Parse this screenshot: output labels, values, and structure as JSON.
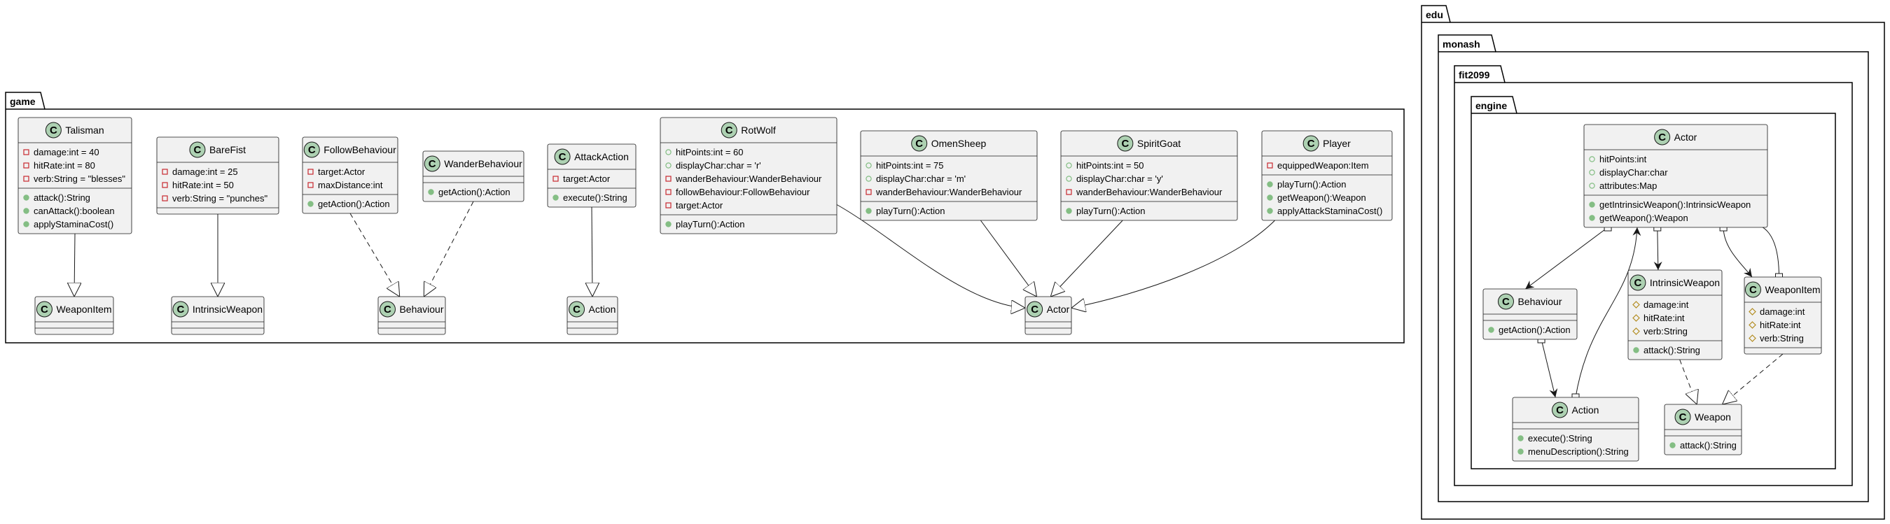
{
  "packages": {
    "game": "game",
    "edu": "edu",
    "monash": "monash",
    "fit2099": "fit2099",
    "engine": "engine"
  },
  "classes": [
    {
      "id": "talisman",
      "name": "Talisman",
      "stereotype": "C",
      "fields": [
        {
          "vis": "private",
          "text": "damage:int = 40"
        },
        {
          "vis": "private",
          "text": "hitRate:int = 80"
        },
        {
          "vis": "private",
          "text": "verb:String = \"blesses\""
        }
      ],
      "methods": [
        {
          "vis": "public",
          "text": "attack():String"
        },
        {
          "vis": "public",
          "text": "canAttack():boolean"
        },
        {
          "vis": "public",
          "text": "applyStaminaCost()"
        }
      ]
    },
    {
      "id": "barefist",
      "name": "BareFist",
      "stereotype": "C",
      "fields": [
        {
          "vis": "private",
          "text": "damage:int = 25"
        },
        {
          "vis": "private",
          "text": "hitRate:int = 50"
        },
        {
          "vis": "private",
          "text": "verb:String = \"punches\""
        }
      ],
      "methods": []
    },
    {
      "id": "followbehaviour",
      "name": "FollowBehaviour",
      "stereotype": "C",
      "fields": [
        {
          "vis": "private",
          "text": "target:Actor"
        },
        {
          "vis": "private",
          "text": "maxDistance:int"
        }
      ],
      "methods": [
        {
          "vis": "public",
          "text": "getAction():Action"
        }
      ]
    },
    {
      "id": "wanderbehaviour",
      "name": "WanderBehaviour",
      "stereotype": "C",
      "fields": [],
      "methods": [
        {
          "vis": "public",
          "text": "getAction():Action"
        }
      ]
    },
    {
      "id": "attackaction",
      "name": "AttackAction",
      "stereotype": "C",
      "fields": [
        {
          "vis": "private",
          "text": "target:Actor"
        }
      ],
      "methods": [
        {
          "vis": "public",
          "text": "execute():String"
        }
      ]
    },
    {
      "id": "rotwolf",
      "name": "RotWolf",
      "stereotype": "C",
      "fields": [
        {
          "vis": "public",
          "text": "hitPoints:int = 60"
        },
        {
          "vis": "public",
          "text": "displayChar:char = 'r'"
        },
        {
          "vis": "private",
          "text": "wanderBehaviour:WanderBehaviour"
        },
        {
          "vis": "private",
          "text": "followBehaviour:FollowBehaviour"
        },
        {
          "vis": "private",
          "text": "target:Actor"
        }
      ],
      "methods": [
        {
          "vis": "public",
          "text": "playTurn():Action"
        }
      ]
    },
    {
      "id": "omensheep",
      "name": "OmenSheep",
      "stereotype": "C",
      "fields": [
        {
          "vis": "public",
          "text": "hitPoints:int = 75"
        },
        {
          "vis": "public",
          "text": "displayChar:char = 'm'"
        },
        {
          "vis": "private",
          "text": "wanderBehaviour:WanderBehaviour"
        }
      ],
      "methods": [
        {
          "vis": "public",
          "text": "playTurn():Action"
        }
      ]
    },
    {
      "id": "spiritgoat",
      "name": "SpiritGoat",
      "stereotype": "C",
      "fields": [
        {
          "vis": "public",
          "text": "hitPoints:int = 50"
        },
        {
          "vis": "public",
          "text": "displayChar:char = 'y'"
        },
        {
          "vis": "private",
          "text": "wanderBehaviour:WanderBehaviour"
        }
      ],
      "methods": [
        {
          "vis": "public",
          "text": "playTurn():Action"
        }
      ]
    },
    {
      "id": "player",
      "name": "Player",
      "stereotype": "C",
      "fields": [
        {
          "vis": "private",
          "text": "equippedWeapon:Item"
        }
      ],
      "methods": [
        {
          "vis": "public",
          "text": "playTurn():Action"
        },
        {
          "vis": "public",
          "text": "getWeapon():Weapon"
        },
        {
          "vis": "public",
          "text": "applyAttackStaminaCost()"
        }
      ]
    },
    {
      "id": "weaponitem_game",
      "name": "WeaponItem",
      "stereotype": "C",
      "fields": [],
      "methods": []
    },
    {
      "id": "intrinsicweapon_game",
      "name": "IntrinsicWeapon",
      "stereotype": "C",
      "fields": [],
      "methods": []
    },
    {
      "id": "behaviour_game",
      "name": "Behaviour",
      "stereotype": "C",
      "fields": [],
      "methods": []
    },
    {
      "id": "action_game",
      "name": "Action",
      "stereotype": "C",
      "fields": [],
      "methods": []
    },
    {
      "id": "actor_game",
      "name": "Actor",
      "stereotype": "C",
      "fields": [],
      "methods": []
    },
    {
      "id": "actor",
      "name": "Actor",
      "stereotype": "C",
      "fields": [
        {
          "vis": "public",
          "text": "hitPoints:int"
        },
        {
          "vis": "public",
          "text": "displayChar:char"
        },
        {
          "vis": "public",
          "text": "attributes:Map"
        }
      ],
      "methods": [
        {
          "vis": "public",
          "text": "getIntrinsicWeapon():IntrinsicWeapon"
        },
        {
          "vis": "public",
          "text": "getWeapon():Weapon"
        }
      ]
    },
    {
      "id": "behaviour",
      "name": "Behaviour",
      "stereotype": "C",
      "fields": [],
      "methods": [
        {
          "vis": "public",
          "text": "getAction():Action"
        }
      ]
    },
    {
      "id": "intrinsicweapon",
      "name": "IntrinsicWeapon",
      "stereotype": "C",
      "fields": [
        {
          "vis": "protected",
          "text": "damage:int"
        },
        {
          "vis": "protected",
          "text": "hitRate:int"
        },
        {
          "vis": "protected",
          "text": "verb:String"
        }
      ],
      "methods": [
        {
          "vis": "public",
          "text": "attack():String"
        }
      ]
    },
    {
      "id": "weaponitem",
      "name": "WeaponItem",
      "stereotype": "C",
      "fields": [
        {
          "vis": "protected",
          "text": "damage:int"
        },
        {
          "vis": "protected",
          "text": "hitRate:int"
        },
        {
          "vis": "protected",
          "text": "verb:String"
        }
      ],
      "methods": []
    },
    {
      "id": "action",
      "name": "Action",
      "stereotype": "C",
      "fields": [],
      "methods": [
        {
          "vis": "public",
          "text": "execute():String"
        },
        {
          "vis": "public",
          "text": "menuDescription():String"
        }
      ]
    },
    {
      "id": "weapon",
      "name": "Weapon",
      "stereotype": "C",
      "fields": [],
      "methods": [
        {
          "vis": "public",
          "text": "attack():String"
        }
      ]
    }
  ],
  "relations": [
    {
      "from": "talisman",
      "to": "weaponitem_game",
      "kind": "extends"
    },
    {
      "from": "barefist",
      "to": "intrinsicweapon_game",
      "kind": "extends"
    },
    {
      "from": "followbehaviour",
      "to": "behaviour_game",
      "kind": "implements"
    },
    {
      "from": "wanderbehaviour",
      "to": "behaviour_game",
      "kind": "implements"
    },
    {
      "from": "attackaction",
      "to": "action_game",
      "kind": "extends"
    },
    {
      "from": "rotwolf",
      "to": "actor_game",
      "kind": "extends"
    },
    {
      "from": "omensheep",
      "to": "actor_game",
      "kind": "extends"
    },
    {
      "from": "spiritgoat",
      "to": "actor_game",
      "kind": "extends"
    },
    {
      "from": "player",
      "to": "actor_game",
      "kind": "extends"
    },
    {
      "from": "actor",
      "to": "behaviour",
      "kind": "composition"
    },
    {
      "from": "actor",
      "to": "intrinsicweapon",
      "kind": "composition"
    },
    {
      "from": "actor",
      "to": "weaponitem",
      "kind": "composition"
    },
    {
      "from": "weaponitem",
      "to": "actor",
      "kind": "composition"
    },
    {
      "from": "behaviour",
      "to": "action",
      "kind": "composition"
    },
    {
      "from": "action",
      "to": "actor",
      "kind": "composition"
    },
    {
      "from": "intrinsicweapon",
      "to": "weapon",
      "kind": "implements"
    },
    {
      "from": "weaponitem",
      "to": "weapon",
      "kind": "implements"
    }
  ],
  "colors": {
    "class_fill": "#F1F1F1",
    "class_border": "#181818",
    "circle_fill": "#ADD1B2",
    "private_marker": "#C82930",
    "public_marker": "#84BE84",
    "protected_marker": "#B38D22",
    "line": "#181818"
  }
}
